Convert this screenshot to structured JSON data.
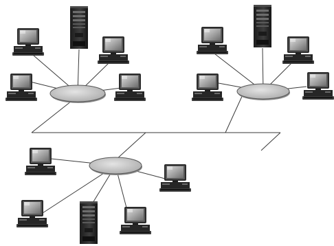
{
  "diagram": {
    "type": "network-topology",
    "colors": {
      "hub_fill": "#c8c8c8",
      "line": "#3a3a3a",
      "device_dark": "#2b2b2b",
      "device_mid": "#5a5a5a",
      "screen": "#9a9a9a",
      "screen_glare": "#e2e2e2"
    },
    "hubs": [
      {
        "name": "hub-top-left",
        "icon": "hub-ellipse-icon"
      },
      {
        "name": "hub-top-right",
        "icon": "hub-ellipse-icon"
      },
      {
        "name": "hub-bottom",
        "icon": "hub-ellipse-icon"
      }
    ],
    "devices": [
      {
        "name": "workstation-tl-1",
        "kind": "workstation",
        "hub": 0
      },
      {
        "name": "server-tl",
        "kind": "server",
        "hub": 0
      },
      {
        "name": "workstation-tl-2",
        "kind": "workstation",
        "hub": 0
      },
      {
        "name": "workstation-tl-3",
        "kind": "workstation",
        "hub": 0
      },
      {
        "name": "workstation-tl-4",
        "kind": "workstation",
        "hub": 0
      },
      {
        "name": "workstation-tr-1",
        "kind": "workstation",
        "hub": 1
      },
      {
        "name": "server-tr",
        "kind": "server",
        "hub": 1
      },
      {
        "name": "workstation-tr-2",
        "kind": "workstation",
        "hub": 1
      },
      {
        "name": "workstation-tr-3",
        "kind": "workstation",
        "hub": 1
      },
      {
        "name": "workstation-tr-4",
        "kind": "workstation",
        "hub": 1
      },
      {
        "name": "workstation-b-1",
        "kind": "workstation",
        "hub": 2
      },
      {
        "name": "workstation-b-2",
        "kind": "workstation",
        "hub": 2
      },
      {
        "name": "workstation-b-3",
        "kind": "workstation",
        "hub": 2
      },
      {
        "name": "server-b",
        "kind": "server",
        "hub": 2
      },
      {
        "name": "workstation-b-4",
        "kind": "workstation",
        "hub": 2
      }
    ],
    "backbone": {
      "connects_hubs": [
        0,
        1,
        2
      ]
    }
  }
}
